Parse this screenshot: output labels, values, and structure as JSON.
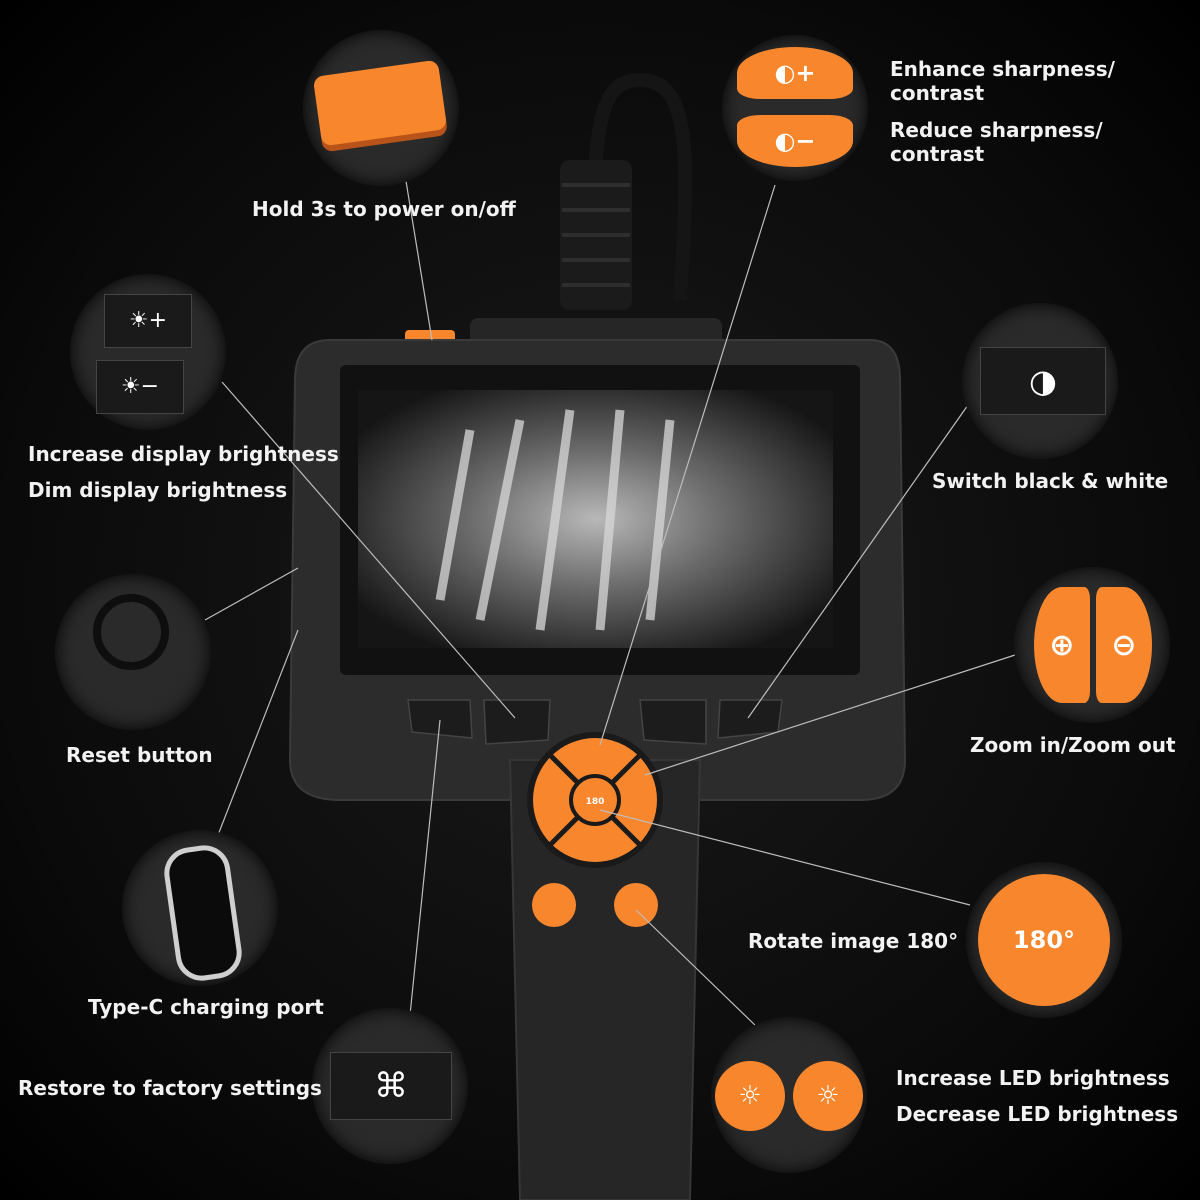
{
  "labels": {
    "power": "Hold 3s to power on/off",
    "enhance_sharpness": "Enhance sharpness/ contrast",
    "enhance_sharpness_l1": "Enhance sharpness/",
    "enhance_sharpness_l2": "contrast",
    "reduce_sharpness_l1": "Reduce sharpness/",
    "reduce_sharpness_l2": "contrast",
    "increase_display": "Increase display brightness",
    "dim_display": "Dim display brightness",
    "switch_bw": "Switch black & white",
    "zoom": "Zoom in/Zoom out",
    "reset": "Reset button",
    "rotate": "Rotate image 180°",
    "typec": "Type-C charging port",
    "factory": "Restore to factory settings",
    "increase_led": "Increase LED brightness",
    "decrease_led": "Decrease LED brightness"
  },
  "icons": {
    "rotate_text": "180°"
  },
  "colors": {
    "accent": "#f7862d",
    "body": "#2b2b2b",
    "background": "#0a0a0a"
  }
}
